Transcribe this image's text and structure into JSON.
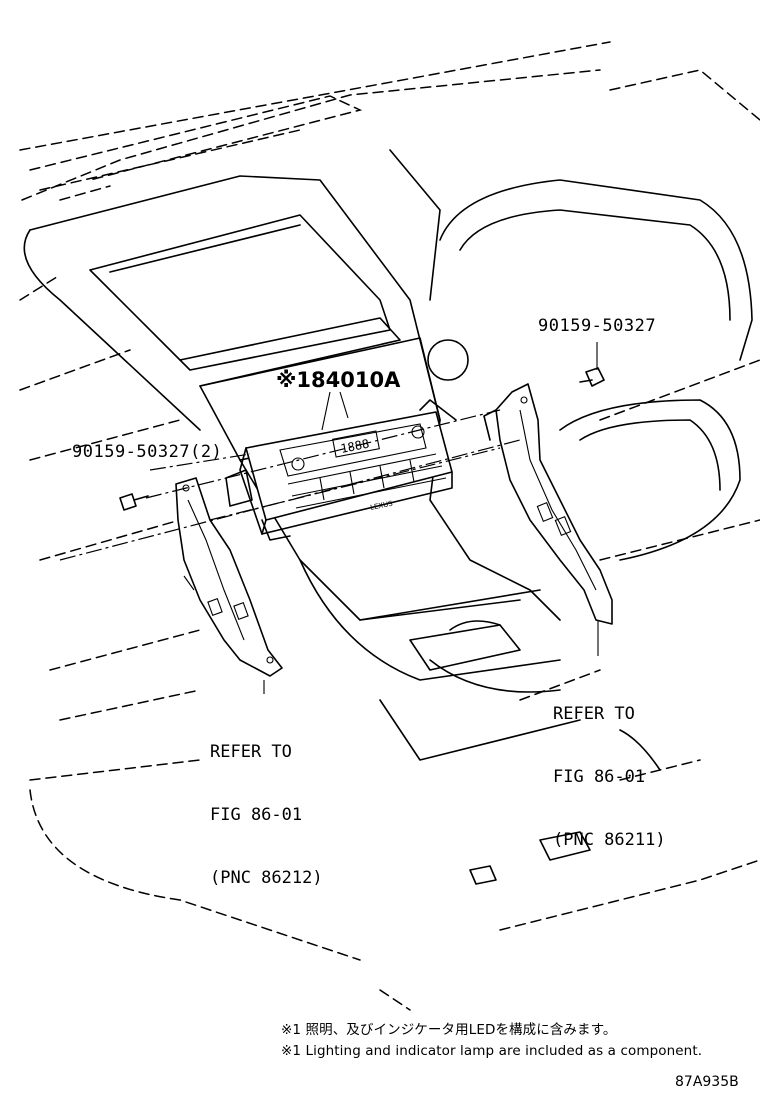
{
  "callouts": {
    "main_part": "※184010A",
    "bolt_right": "90159-50327",
    "bolt_left": "90159-50327(2)",
    "panel_display": "1888",
    "panel_brand": "LEXUS"
  },
  "refer_right": {
    "line1": "REFER TO",
    "line2": "FIG 86-01",
    "line3": "(PNC 86211)"
  },
  "refer_left": {
    "line1": "REFER TO",
    "line2": "FIG 86-01",
    "line3": "(PNC 86212)"
  },
  "notes": {
    "japanese": "※1 照明、及びインジケータ用LEDを構成に含みます。",
    "english": "※1 Lighting and indicator lamp are included as a component."
  },
  "figure_code": "87A935B"
}
